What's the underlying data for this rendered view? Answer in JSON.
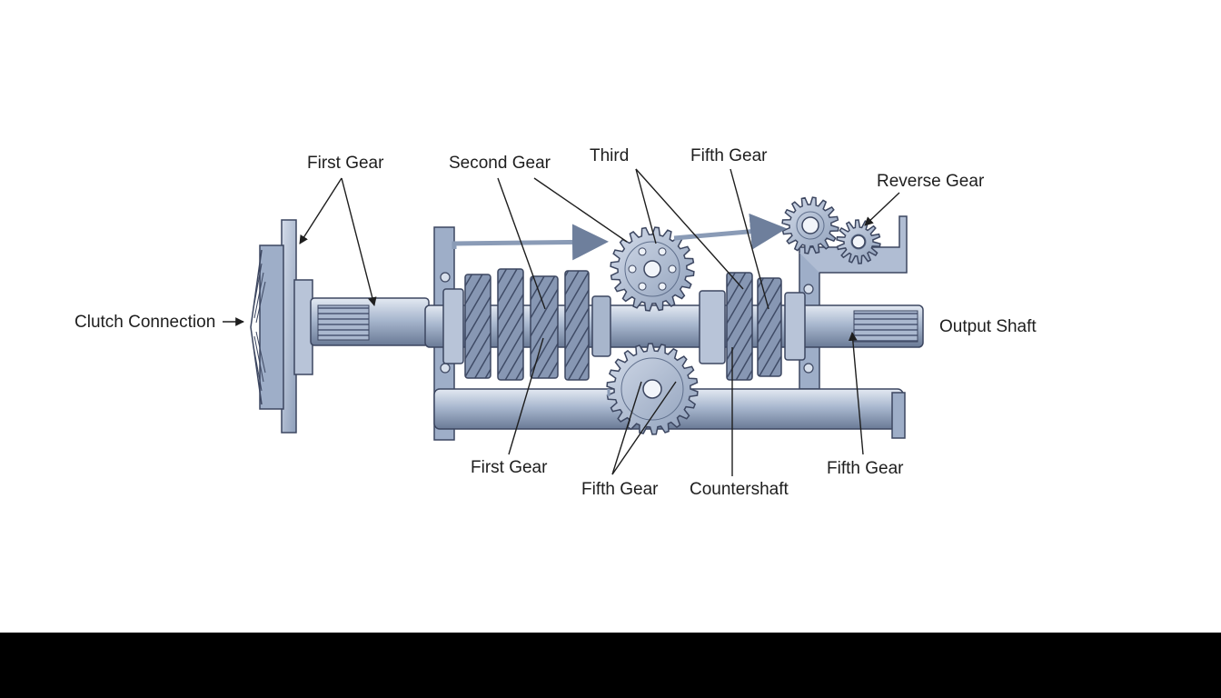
{
  "labels": {
    "clutch_connection": "Clutch Connection",
    "first_gear_top": "First Gear",
    "second_gear": "Second Gear",
    "third": "Third",
    "fifth_gear_top": "Fifth Gear",
    "reverse_gear": "Reverse Gear",
    "output_shaft": "Output Shaft",
    "first_gear_bottom": "First Gear",
    "fifth_gear_bottom_mid": "Fifth Gear",
    "countershaft": "Countershaft",
    "fifth_gear_bottom_right": "Fifth Gear"
  },
  "colors": {
    "steel_light": "#c9d3e3",
    "steel": "#9eaec8",
    "steel_dark": "#5f6f8c",
    "outline": "#3c4660",
    "background": "#ffffff",
    "bottom_bar": "#000000"
  }
}
